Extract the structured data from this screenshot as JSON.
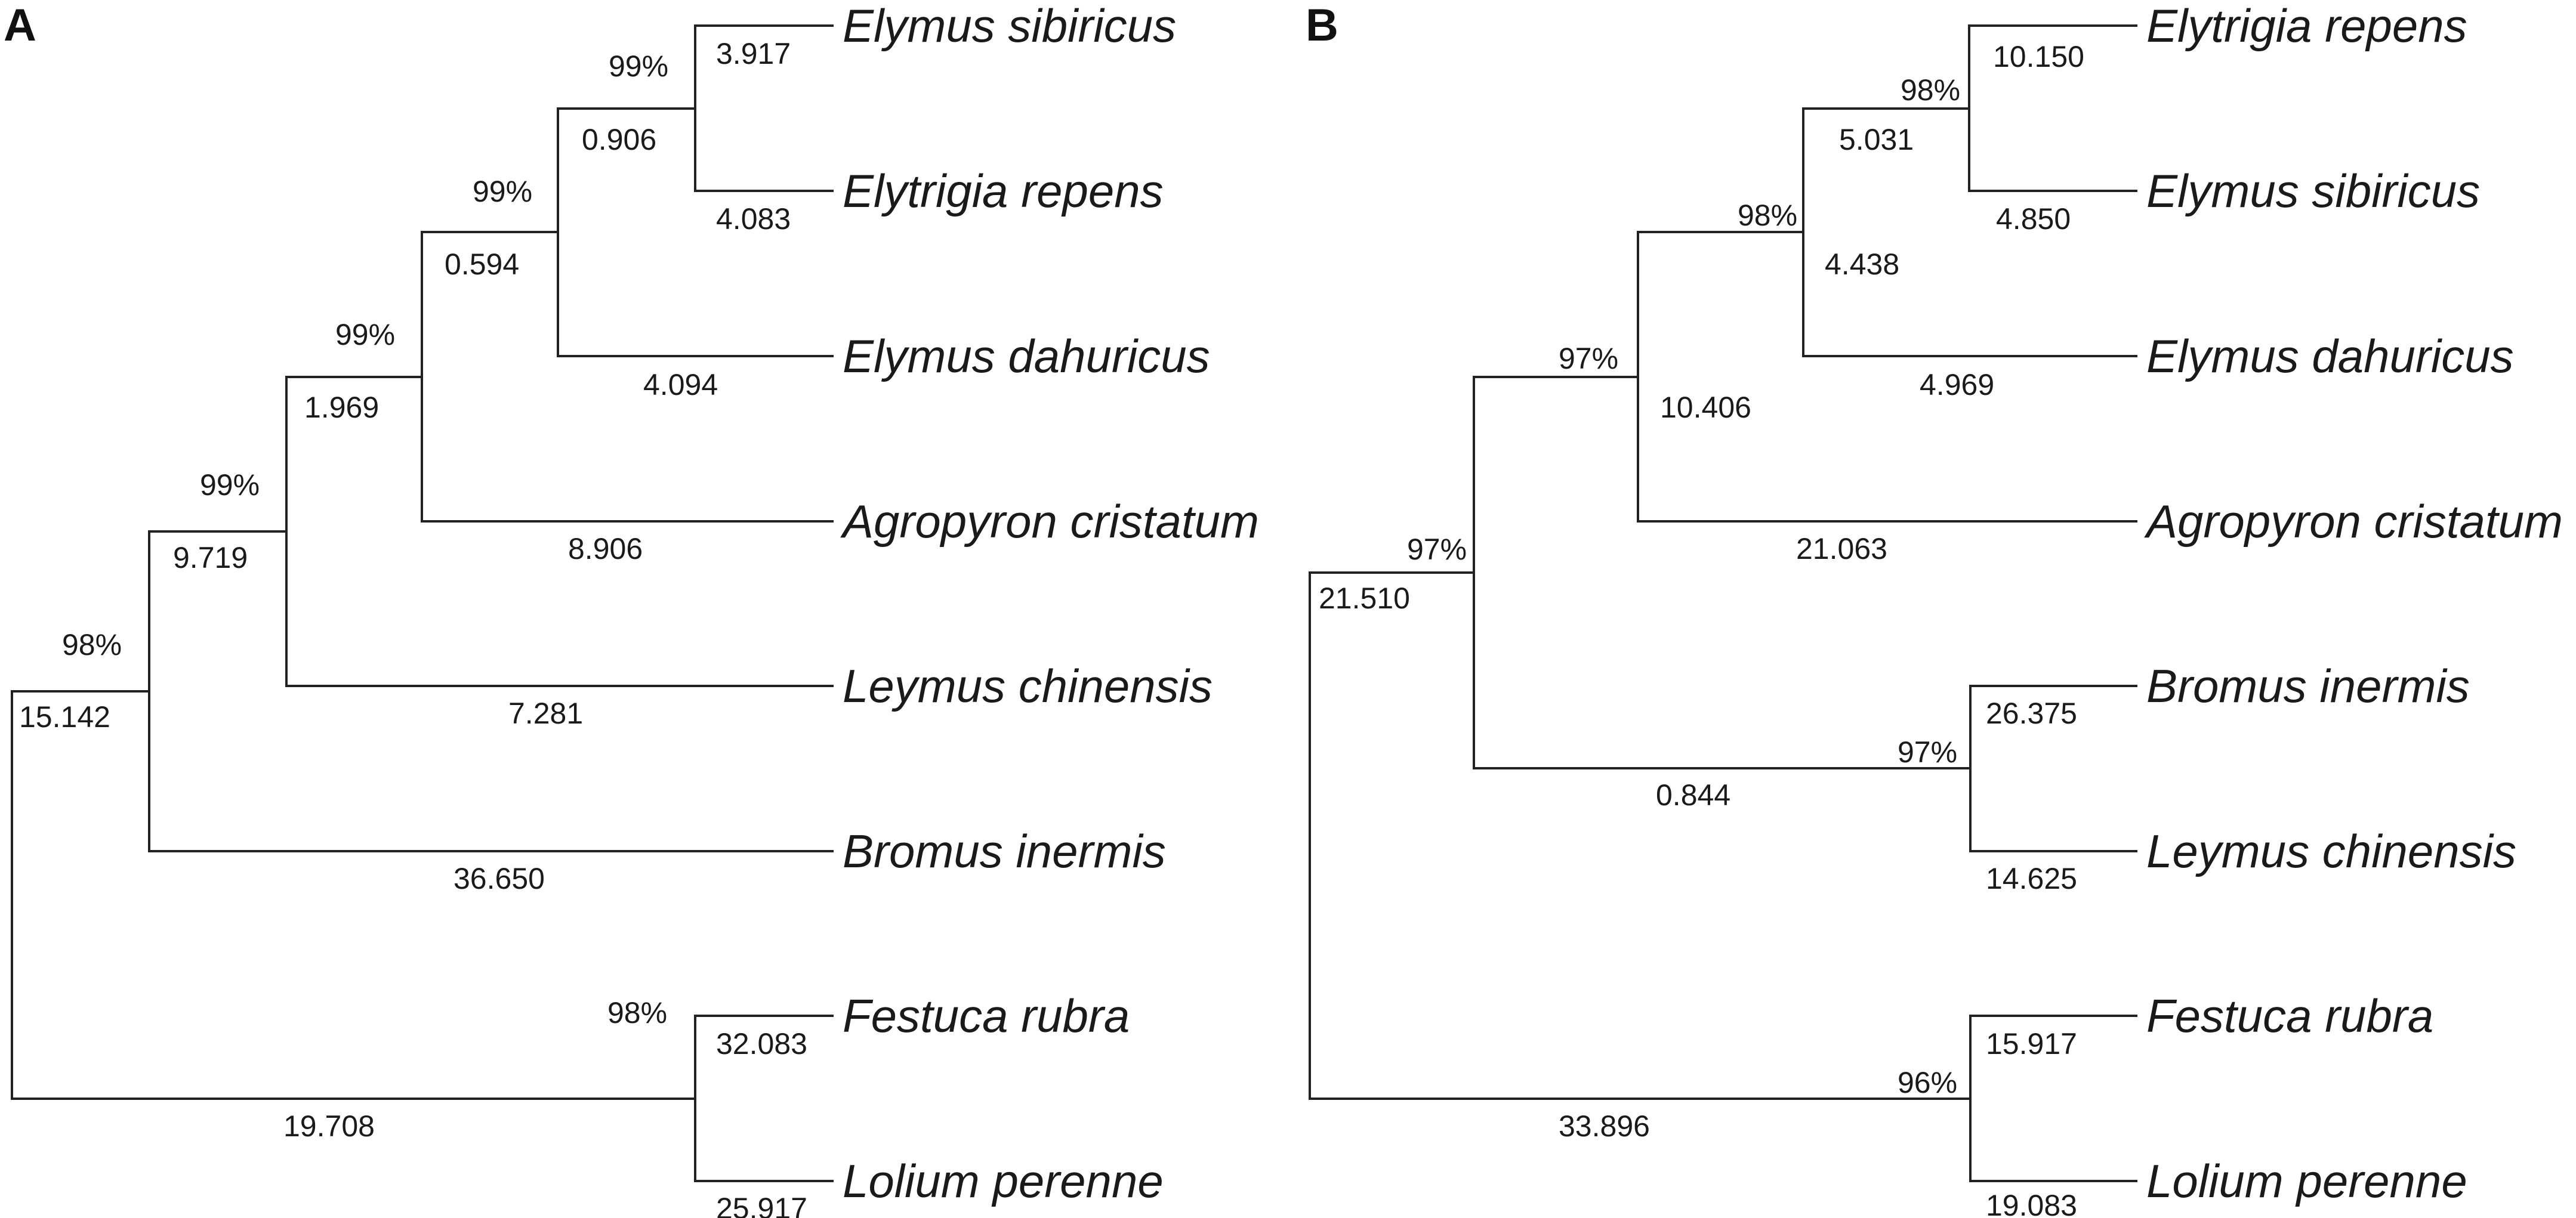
{
  "panels": [
    {
      "label": "A",
      "taxa": [
        "Elymus sibiricus",
        "Elytrigia repens",
        "Elymus dahuricus",
        "Agropyron cristatum",
        "Leymus chinensis",
        "Bromus inermis",
        "Festuca rubra",
        "Lolium perenne"
      ],
      "nodes": {
        "n1": {
          "support": "99%",
          "length": "0.906",
          "a": "3.917",
          "b": "4.083"
        },
        "n2": {
          "support": "99%",
          "length": "0.594",
          "b": "4.094"
        },
        "n3": {
          "support": "99%",
          "length": "1.969",
          "b": "8.906"
        },
        "n4": {
          "support": "99%",
          "length": "9.719",
          "b": "7.281"
        },
        "n5": {
          "support": "98%",
          "length": "15.142",
          "b": "36.650"
        },
        "n6": {
          "support": "98%",
          "a": "32.083",
          "b": "25.917"
        },
        "root": {
          "b": "19.708"
        }
      }
    },
    {
      "label": "B",
      "taxa": [
        "Elytrigia repens",
        "Elymus sibiricus",
        "Elymus dahuricus",
        "Agropyron cristatum",
        "Bromus inermis",
        "Leymus chinensis",
        "Festuca rubra",
        "Lolium perenne"
      ],
      "nodes": {
        "n1": {
          "support": "98%",
          "length": "5.031",
          "a": "10.150",
          "b": "4.850"
        },
        "n2": {
          "support": "98%",
          "length": "4.438",
          "b": "4.969"
        },
        "n3": {
          "support": "97%",
          "length": "10.406",
          "b": "21.063"
        },
        "n4": {
          "support": "97%",
          "a": "26.375",
          "b": "14.625"
        },
        "n5": {
          "support": "97%",
          "length": "21.510",
          "b": "0.844"
        },
        "n6": {
          "support": "96%",
          "a": "15.917",
          "b": "19.083"
        },
        "root": {
          "b": "33.896"
        }
      }
    }
  ]
}
